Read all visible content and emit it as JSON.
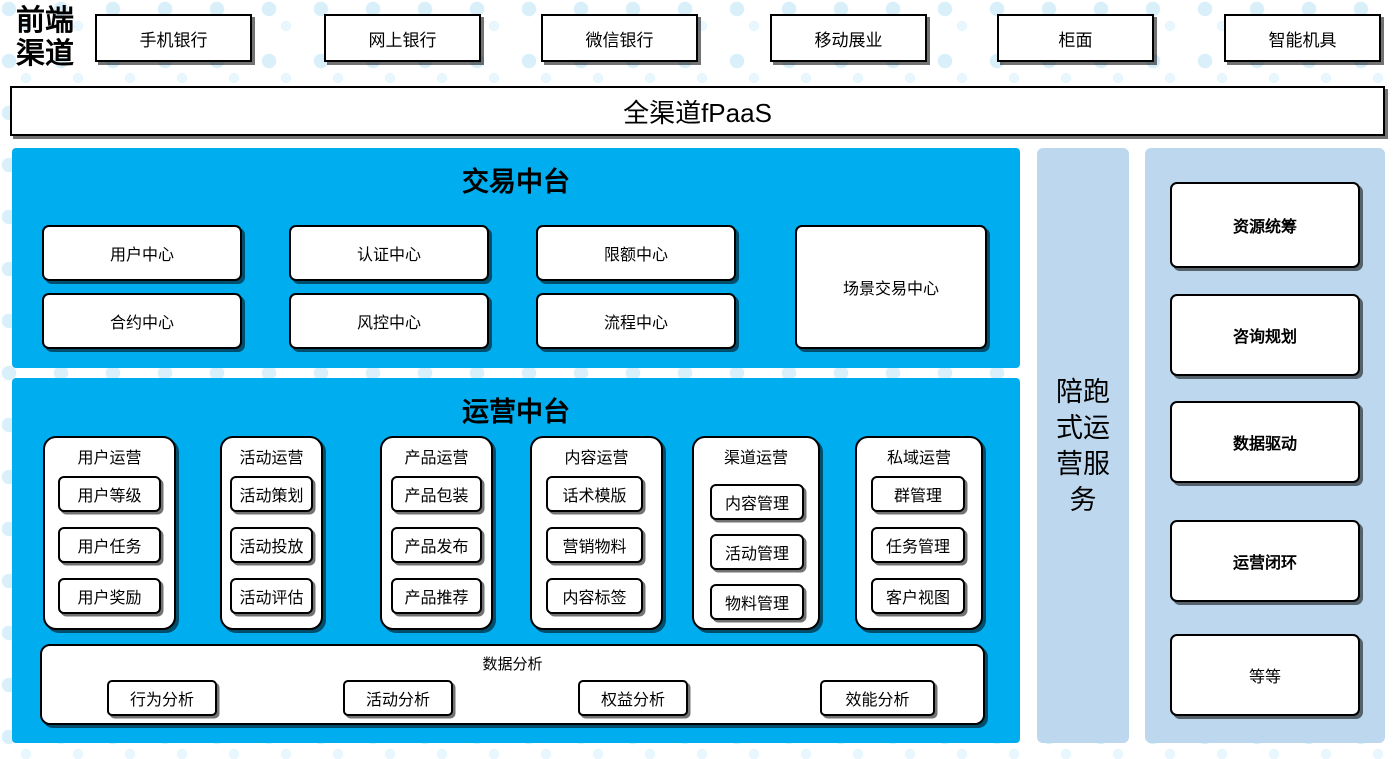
{
  "header": {
    "side_label": "前端渠道",
    "channels": [
      {
        "label": "手机银行"
      },
      {
        "label": "网上银行"
      },
      {
        "label": "微信银行"
      },
      {
        "label": "移动展业"
      },
      {
        "label": "柜面"
      },
      {
        "label": "智能机具"
      }
    ],
    "platform_bar": "全渠道fPaaS"
  },
  "trade_platform": {
    "title": "交易中台",
    "cards": [
      {
        "label": "用户中心"
      },
      {
        "label": "认证中心"
      },
      {
        "label": "限额中心"
      },
      {
        "label": "合约中心"
      },
      {
        "label": "风控中心"
      },
      {
        "label": "流程中心"
      },
      {
        "label": "场景交易中心"
      }
    ]
  },
  "ops_platform": {
    "title": "运营中台",
    "groups": [
      {
        "title": "用户运营",
        "items": [
          "用户等级",
          "用户任务",
          "用户奖励"
        ]
      },
      {
        "title": "活动运营",
        "items": [
          "活动策划",
          "活动投放",
          "活动评估"
        ]
      },
      {
        "title": "产品运营",
        "items": [
          "产品包装",
          "产品发布",
          "产品推荐"
        ]
      },
      {
        "title": "内容运营",
        "items": [
          "话术模版",
          "营销物料",
          "内容标签"
        ]
      },
      {
        "title": "渠道运营",
        "items": [
          "内容管理",
          "活动管理",
          "物料管理"
        ]
      },
      {
        "title": "私域运营",
        "items": [
          "群管理",
          "任务管理",
          "客户视图"
        ]
      }
    ],
    "data_analysis": {
      "title": "数据分析",
      "items": [
        "行为分析",
        "活动分析",
        "权益分析",
        "效能分析"
      ]
    }
  },
  "service_column": {
    "vertical_label": "陪跑式运营服务"
  },
  "service_cards": {
    "items": [
      {
        "label": "资源统筹",
        "bold": true
      },
      {
        "label": "咨询规划",
        "bold": true
      },
      {
        "label": "数据驱动",
        "bold": true
      },
      {
        "label": "运营闭环",
        "bold": true
      },
      {
        "label": "等等",
        "bold": false
      }
    ]
  },
  "colors": {
    "primary_blue": "#00AEEF",
    "soft_blue": "#bdd7ee",
    "dot_blue": "#d9f0fb",
    "border": "#000000",
    "surface": "#ffffff"
  }
}
